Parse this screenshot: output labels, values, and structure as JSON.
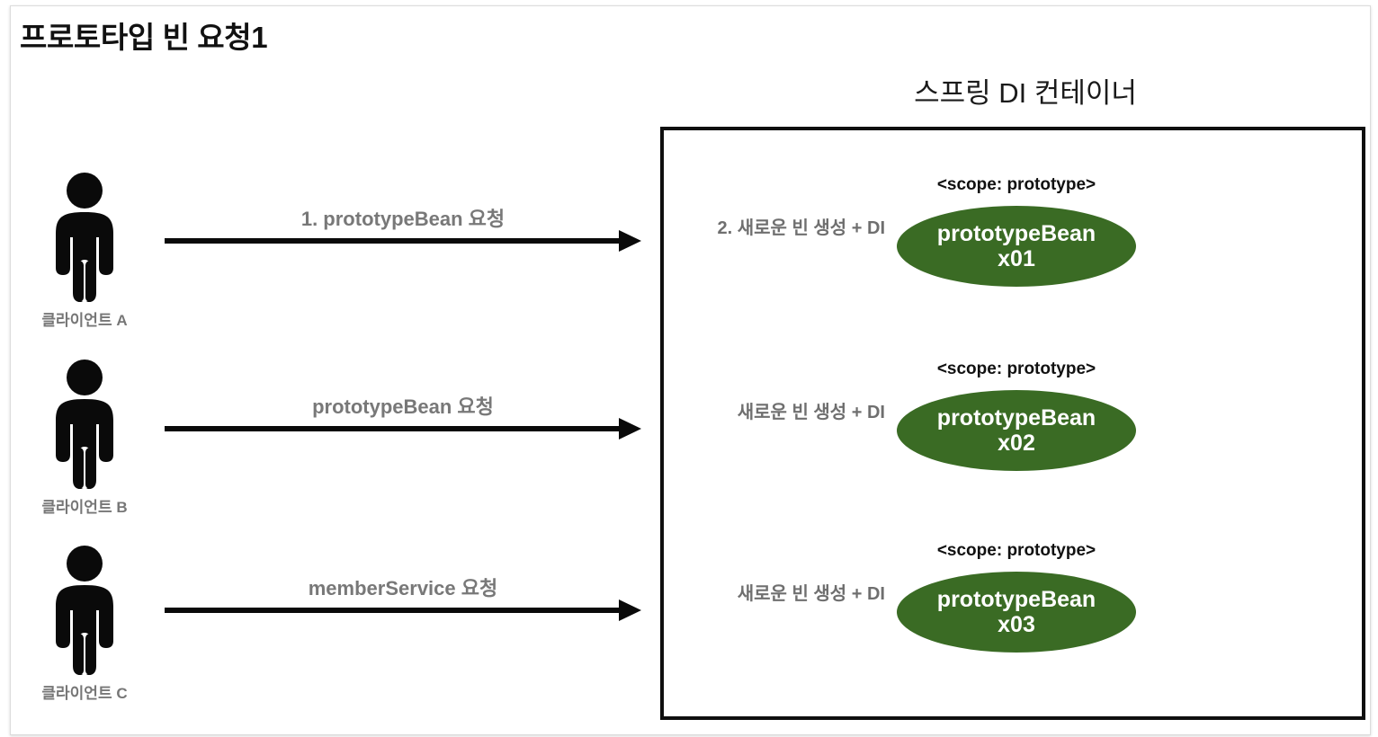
{
  "page": {
    "title": "프로토타입 빈 요청1"
  },
  "container": {
    "title": "스프링 DI 컨테이너",
    "border_color": "#0f0f0f"
  },
  "colors": {
    "bean_fill": "#3a6b24",
    "bean_text": "#ffffff",
    "label_gray": "#787878",
    "arrow": "#0a0a0a"
  },
  "clients": [
    {
      "label": "클라이언트 A",
      "icon": "person-icon"
    },
    {
      "label": "클라이언트 B",
      "icon": "person-icon"
    },
    {
      "label": "클라이언트 C",
      "icon": "person-icon"
    }
  ],
  "arrows": [
    {
      "label": "1. prototypeBean 요청"
    },
    {
      "label": "prototypeBean 요청"
    },
    {
      "label": "memberService 요청"
    }
  ],
  "beans": [
    {
      "note": "2. 새로운 빈 생성 + DI",
      "scope": "<scope: prototype>",
      "name": "prototypeBean",
      "instance": "x01"
    },
    {
      "note": "새로운 빈 생성 + DI",
      "scope": "<scope: prototype>",
      "name": "prototypeBean",
      "instance": "x02"
    },
    {
      "note": "새로운 빈 생성 + DI",
      "scope": "<scope: prototype>",
      "name": "prototypeBean",
      "instance": "x03"
    }
  ]
}
